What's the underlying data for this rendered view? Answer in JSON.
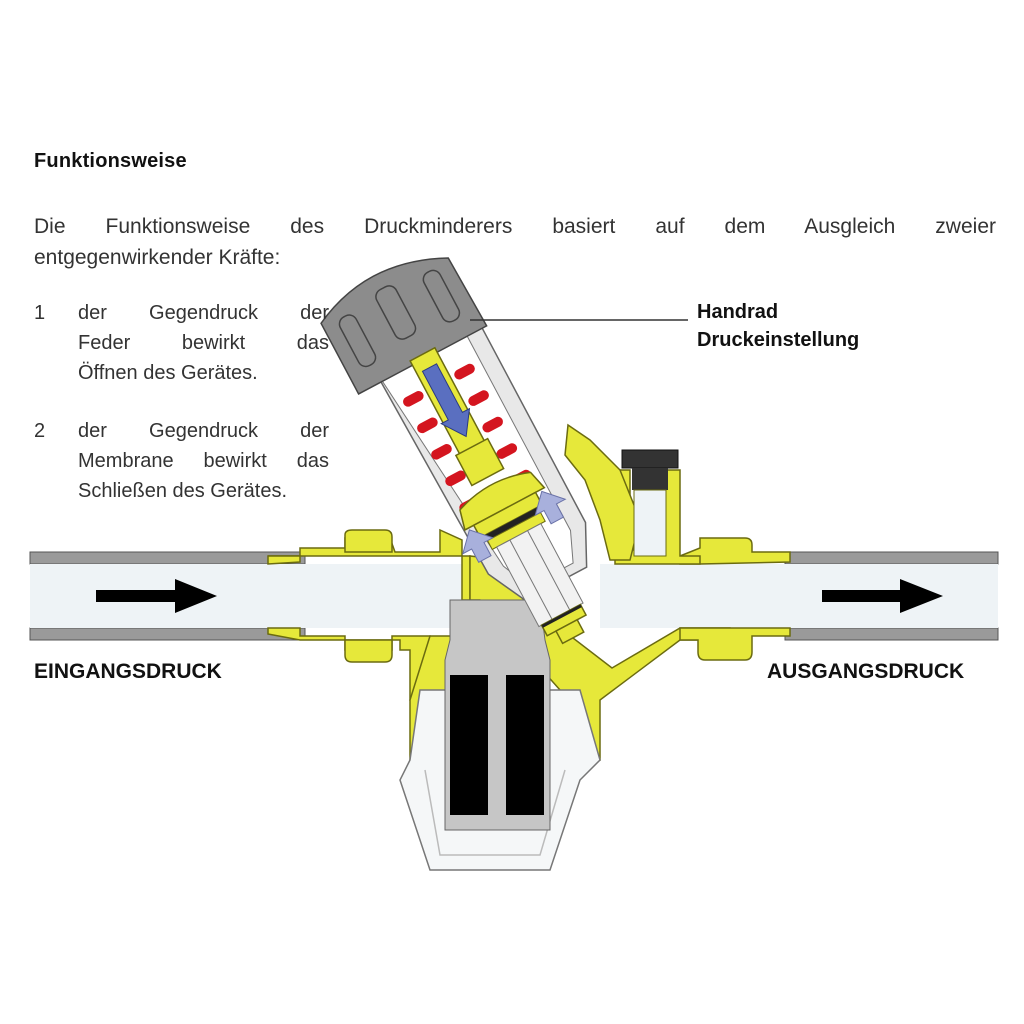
{
  "document": {
    "heading": "Funktionsweise",
    "intro": {
      "line1": "Die Funktionsweise des Druckminderers basiert auf dem Ausgleich zweier",
      "line2": "entgegenwirkender Kräfte:"
    },
    "list": [
      {
        "number": "1",
        "lines": [
          "der Gegendruck der",
          "Feder bewirkt das",
          "Öffnen des Gerätes."
        ]
      },
      {
        "number": "2",
        "lines": [
          "der Gegendruck der",
          "Membrane bewirkt das",
          "Schließen des Gerätes."
        ]
      }
    ]
  },
  "diagram": {
    "callout": {
      "line1": "Handrad",
      "line2": "Druckeinstellung"
    },
    "inlet_label": "EINGANGSDRUCK",
    "outlet_label": "AUSGANGSDRUCK",
    "icons": {
      "inlet_flow": "arrow-right-icon",
      "outlet_flow": "arrow-right-icon",
      "spring_force": "arrow-down-icon",
      "membrane_force": "arrow-up-icon"
    },
    "colors": {
      "brass": "#e6e83a",
      "brass_outline": "#6b6b10",
      "pipe_wall": "#9a9a9a",
      "water": "#eef3f6",
      "spring": "#d4151f",
      "handwheel": "#8c8c8c",
      "spindle_arrow": "#5a6fc0",
      "pressure_arrow": "#a8b0dc",
      "filter_cartridge": "#000000",
      "filter_cap": "#c6c6c6",
      "gauge_plug": "#333333"
    }
  }
}
